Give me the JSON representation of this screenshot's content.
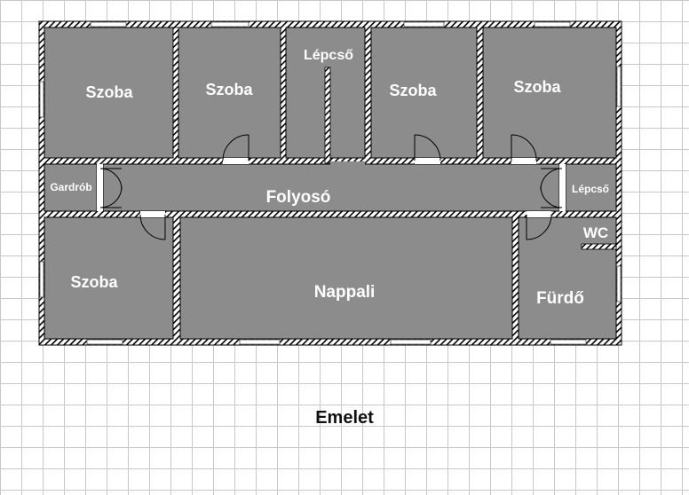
{
  "rooms": {
    "szoba_1": "Szoba",
    "szoba_2": "Szoba",
    "lepcso_1": "Lépcső",
    "szoba_3": "Szoba",
    "szoba_4": "Szoba",
    "gardrob": "Gardrób",
    "folyoso": "Folyosó",
    "lepcso_2": "Lépcső",
    "wc": "WC",
    "szoba_5": "Szoba",
    "nappali": "Nappali",
    "furdo": "Fürdő"
  },
  "floor_caption": "Emelet",
  "colors": {
    "room_fill": "#8c8c8c",
    "wall_hatch": "#000000",
    "wall_bg": "#ffffff",
    "grid": "#c8c8c8"
  }
}
